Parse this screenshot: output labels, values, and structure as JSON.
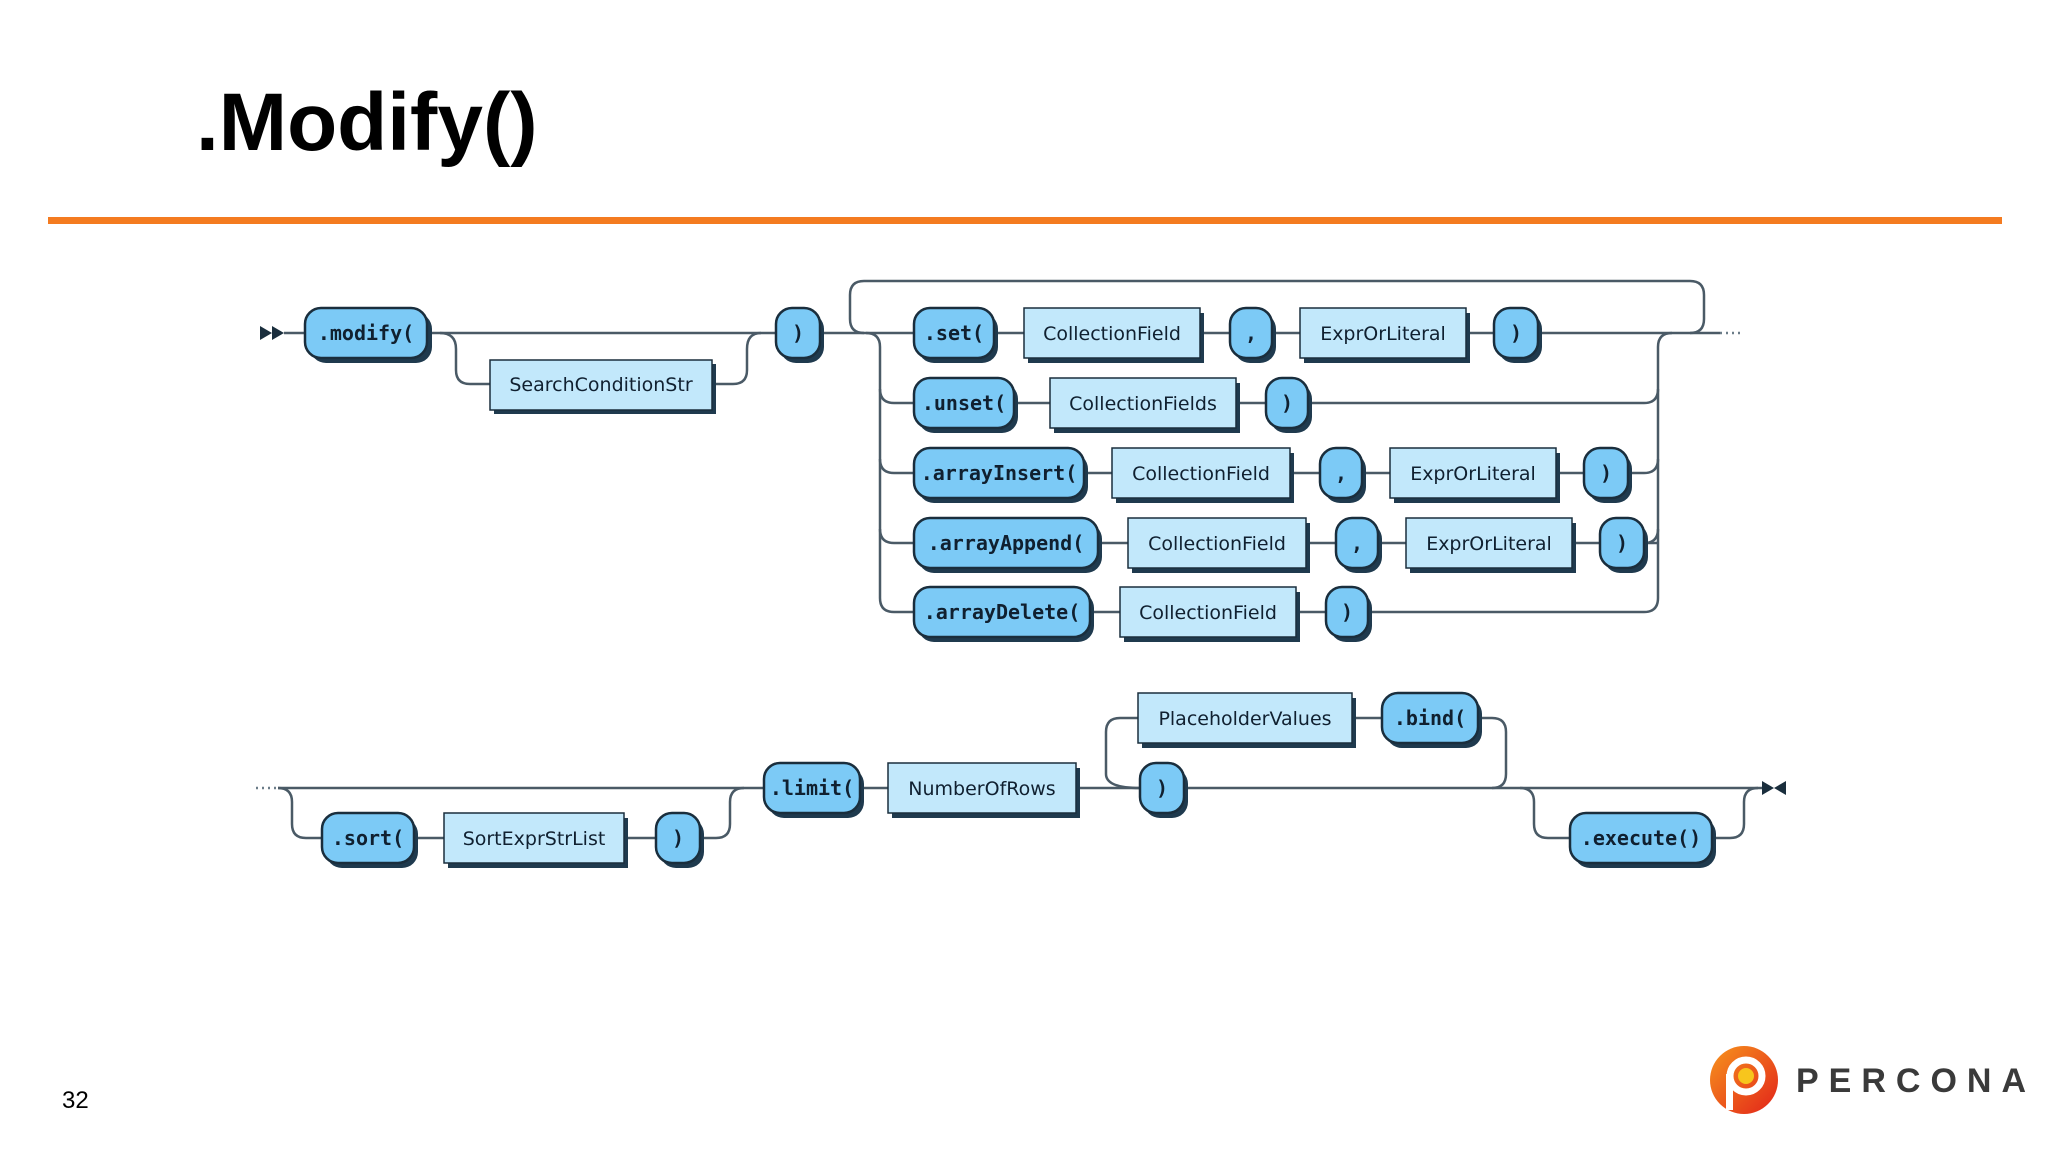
{
  "slide": {
    "title": ".Modify()",
    "page_number": "32"
  },
  "brand": {
    "name": "PERCONA",
    "accent_color": "#f47b20",
    "logo_icon": "percona-logo-icon"
  },
  "diagram": {
    "colors": {
      "terminal_fill": "#7ccaf6",
      "nonterminal_fill": "#c2e8fb",
      "line": "#4a5a66",
      "outline": "#1a2e3d"
    },
    "upper": {
      "modify": ".modify(",
      "search_condition": "SearchConditionStr",
      "close": ")",
      "set": ".set(",
      "set_field": "CollectionField",
      "set_comma": ",",
      "set_expr": "ExprOrLiteral",
      "set_close": ")",
      "unset": ".unset(",
      "unset_fields": "CollectionFields",
      "unset_close": ")",
      "array_insert": ".arrayInsert(",
      "array_insert_field": "CollectionField",
      "array_insert_comma": ",",
      "array_insert_expr": "ExprOrLiteral",
      "array_insert_close": ")",
      "array_append": ".arrayAppend(",
      "array_append_field": "CollectionField",
      "array_append_comma": ",",
      "array_append_expr": "ExprOrLiteral",
      "array_append_close": ")",
      "array_delete": ".arrayDelete(",
      "array_delete_field": "CollectionField",
      "array_delete_close": ")"
    },
    "lower": {
      "sort": ".sort(",
      "sort_list": "SortExprStrList",
      "sort_close": ")",
      "limit": ".limit(",
      "rows": "NumberOfRows",
      "placeholder": "PlaceholderValues",
      "bind": ".bind(",
      "close": ")",
      "execute": ".execute()"
    }
  }
}
